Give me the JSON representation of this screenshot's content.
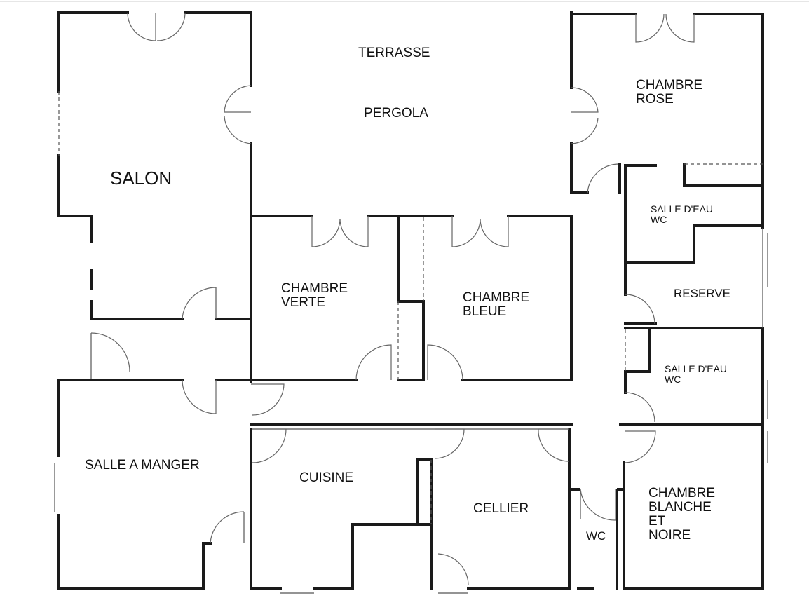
{
  "rooms": {
    "terrasse": "TERRASSE",
    "pergola": "PERGOLA",
    "salon": "SALON",
    "chambre_rose": "CHAMBRE\nROSE",
    "salle_eau_1": "SALLE D'EAU\nWC",
    "reserve": "RESERVE",
    "salle_eau_2": "SALLE D'EAU\nWC",
    "chambre_verte": "CHAMBRE\nVERTE",
    "chambre_bleue": "CHAMBRE\nBLEUE",
    "salle_a_manger": "SALLE A MANGER",
    "cuisine": "CUISINE",
    "cellier": "CELLIER",
    "wc": "WC",
    "chambre_blanche_noire": "CHAMBRE\nBLANCHE\nET\nNOIRE"
  },
  "colors": {
    "wall": "#1a1a1a",
    "background": "#ffffff"
  }
}
